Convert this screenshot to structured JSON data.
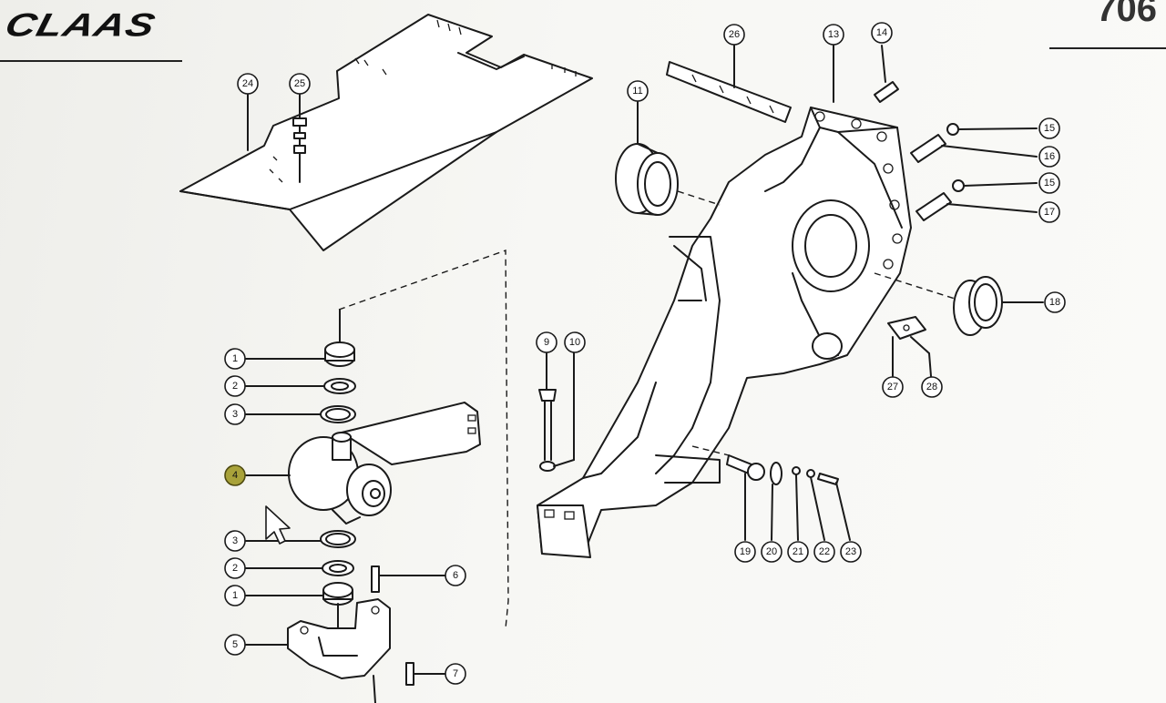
{
  "header": {
    "brand": "CLAAS",
    "page_number": "706"
  },
  "callouts": [
    {
      "label": "24"
    },
    {
      "label": "25"
    },
    {
      "label": "26"
    },
    {
      "label": "13"
    },
    {
      "label": "14"
    },
    {
      "label": "11"
    },
    {
      "label": "15"
    },
    {
      "label": "16"
    },
    {
      "label": "15"
    },
    {
      "label": "17"
    },
    {
      "label": "18"
    },
    {
      "label": "27"
    },
    {
      "label": "28"
    },
    {
      "label": "9"
    },
    {
      "label": "10"
    },
    {
      "label": "1"
    },
    {
      "label": "2"
    },
    {
      "label": "3"
    },
    {
      "label": "4"
    },
    {
      "label": "3"
    },
    {
      "label": "2"
    },
    {
      "label": "1"
    },
    {
      "label": "6"
    },
    {
      "label": "5"
    },
    {
      "label": "7"
    },
    {
      "label": "19"
    },
    {
      "label": "20"
    },
    {
      "label": "21"
    },
    {
      "label": "22"
    },
    {
      "label": "23"
    }
  ],
  "selected_callout": "4",
  "colors": {
    "line": "#1a1a1a",
    "highlight": "#a8a23a",
    "background": "#f5f5f2"
  },
  "cursor_icon": "arrow-pointer-icon"
}
